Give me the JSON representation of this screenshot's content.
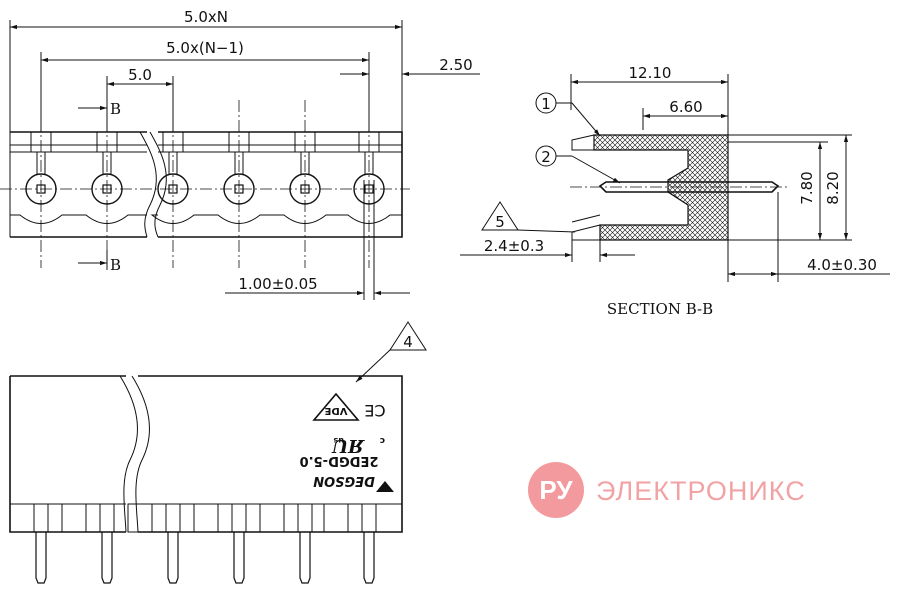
{
  "top_view": {
    "dims": {
      "total_width": "5.0xN",
      "pitch_span": "5.0x(N−1)",
      "pitch": "5.0",
      "offset": "2.50",
      "pin_size": "1.00±0.05"
    },
    "section_label": "B"
  },
  "section": {
    "dims": {
      "depth": "12.10",
      "inner": "6.60",
      "h1": "7.80",
      "h2": "8.20",
      "pin_len": "4.0±0.30",
      "lead": "2.4±0.3"
    },
    "callouts": {
      "c1": "1",
      "c2": "2",
      "c5": "5"
    },
    "title": "SECTION B-B"
  },
  "front_view": {
    "callout4": "4",
    "vde": "VDE",
    "ce": "CE",
    "ul_c": "c",
    "ul_us": "us",
    "model": "2EDGD-5.0",
    "brand": "DEGSON"
  },
  "watermark": {
    "badge": "РУ",
    "text": "ЭЛЕКТРОНИКС",
    "color": "#e8474c"
  }
}
